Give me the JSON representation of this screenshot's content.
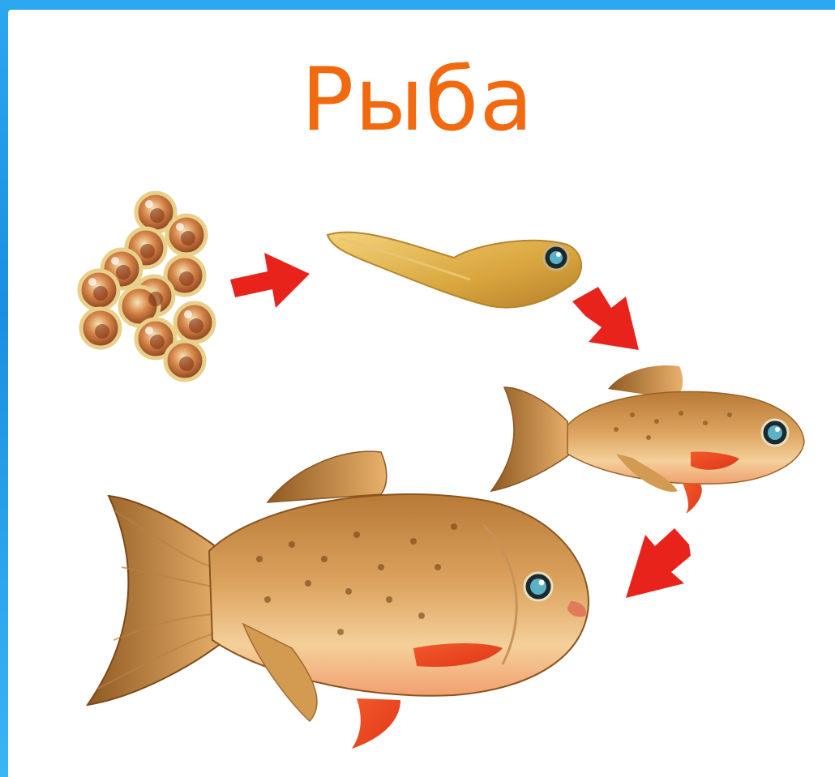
{
  "diagram": {
    "title": "Рыба",
    "colors": {
      "title": "#f26a10",
      "arrow": "#e8231c",
      "frame": "#1e96e6",
      "background": "#ffffff"
    },
    "stages": [
      {
        "id": "eggs",
        "icon": "fish-eggs-icon"
      },
      {
        "id": "larva",
        "icon": "fish-larva-icon"
      },
      {
        "id": "juvenile",
        "icon": "juvenile-fish-icon"
      },
      {
        "id": "adult",
        "icon": "adult-fish-icon"
      }
    ]
  }
}
